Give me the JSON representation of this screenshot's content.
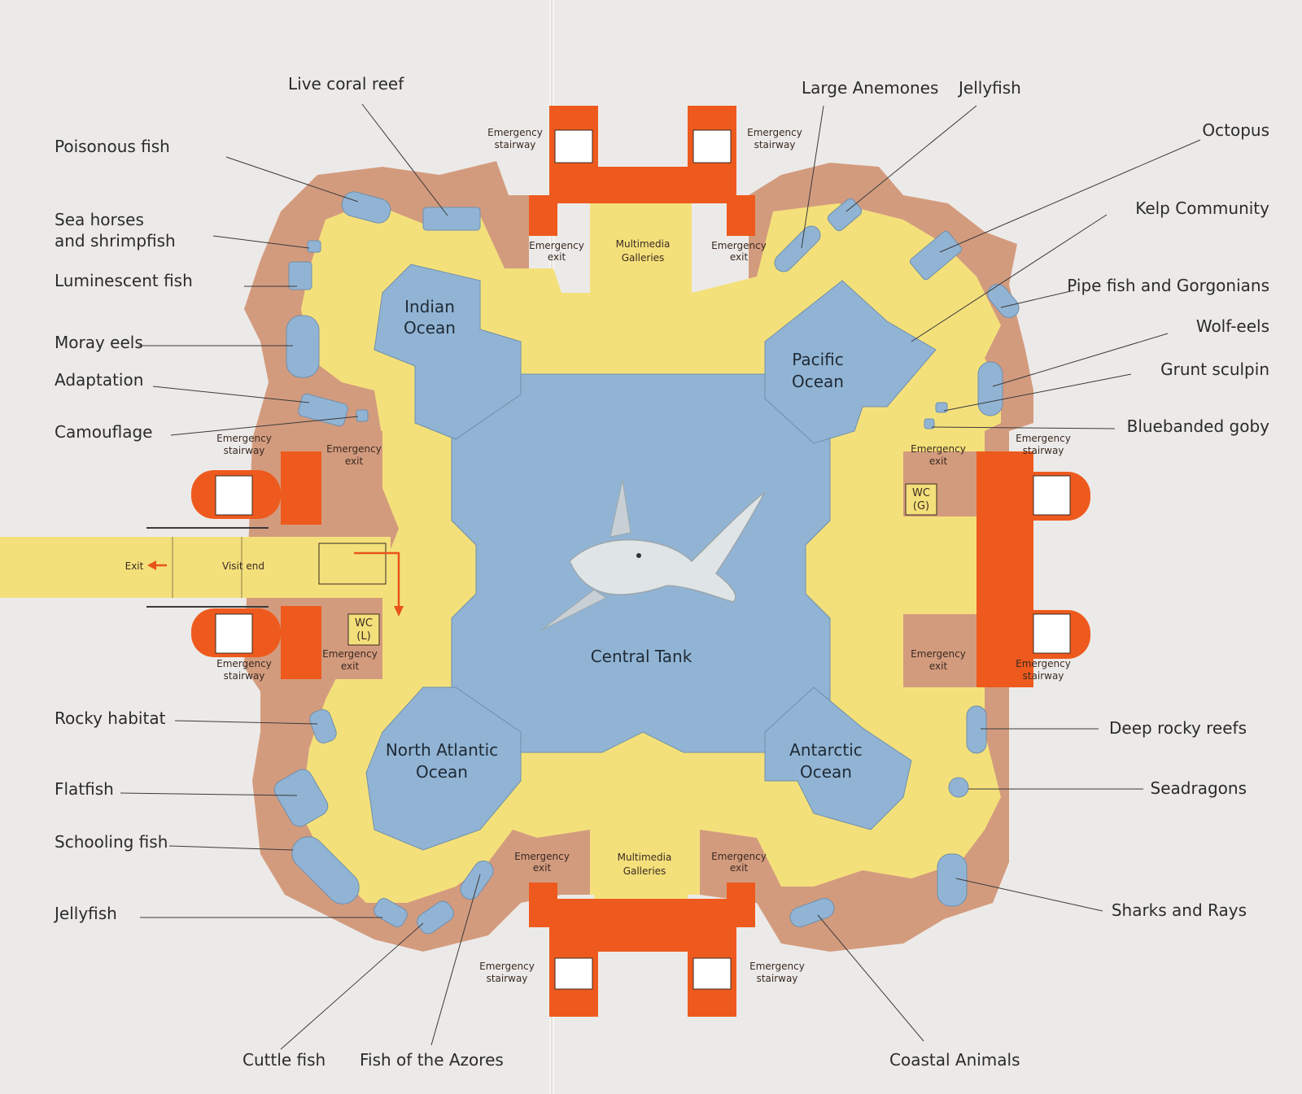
{
  "colors": {
    "background": "#eceae8",
    "rock": "#d39b7e",
    "walkway": "#f4e07b",
    "water": "#92b4d4",
    "emergency": "#ee5a1d",
    "arrow": "#e8531a"
  },
  "central_tank": "Central Tank",
  "oceans": {
    "indian": [
      "Indian",
      "Ocean"
    ],
    "pacific": [
      "Pacific",
      "Ocean"
    ],
    "north_atlantic": [
      "North Atlantic",
      "Ocean"
    ],
    "antarctic": [
      "Antarctic",
      "Ocean"
    ]
  },
  "exhibits_left": [
    "Live coral reef",
    "Poisonous fish",
    "Sea horses",
    "and shrimpfish",
    "Luminescent fish",
    "Moray eels",
    "Adaptation",
    "Camouflage",
    "Rocky habitat",
    "Flatfish",
    "Schooling fish",
    "Jellyfish",
    "Cuttle fish",
    "Fish of the Azores"
  ],
  "exhibits_right": [
    "Large Anemones",
    "Jellyfish",
    "Octopus",
    "Kelp Community",
    "Pipe fish and Gorgonians",
    "Wolf-eels",
    "Grunt sculpin",
    "Bluebanded goby",
    "Deep rocky reefs",
    "Seadragons",
    "Sharks and Rays",
    "Coastal Animals"
  ],
  "facilities": {
    "emergency_stairway": [
      "Emergency",
      "stairway"
    ],
    "emergency_exit": [
      "Emergency",
      "exit"
    ],
    "multimedia": [
      "Multimedia",
      "Galleries"
    ],
    "wc_l": [
      "WC",
      "(L)"
    ],
    "wc_g": [
      "WC",
      "(G)"
    ],
    "exit": "Exit",
    "visit_end": "Visit end"
  }
}
